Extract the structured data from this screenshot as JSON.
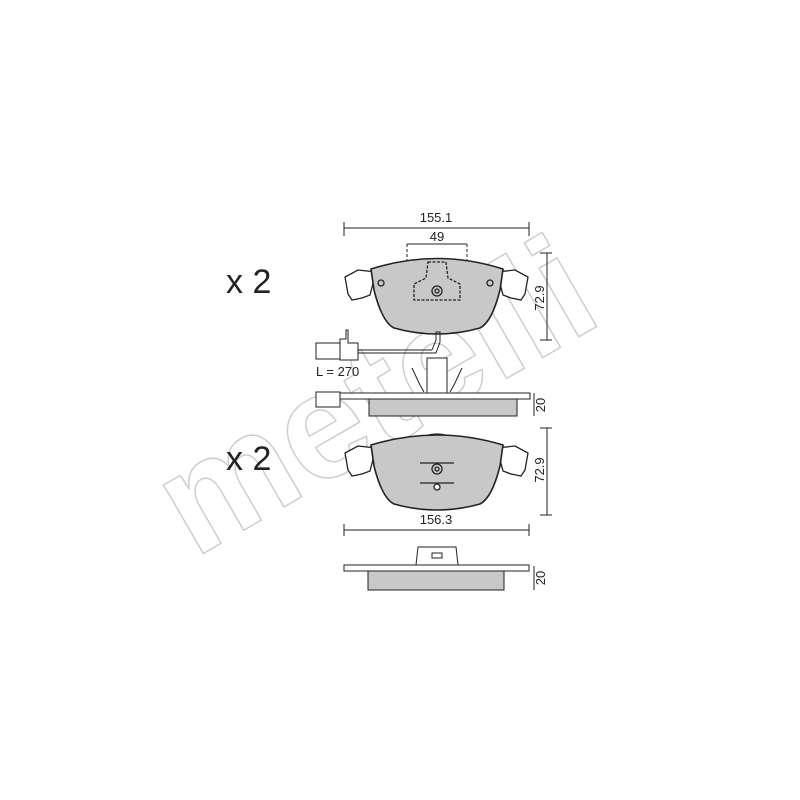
{
  "drawing": {
    "quantity_top": "x 2",
    "quantity_bottom": "x 2",
    "watermark": "metelli",
    "wire_length": "L = 270",
    "top_pad": {
      "width": "155.1",
      "inner_width": "49",
      "height": "72.9",
      "thickness": "20"
    },
    "bottom_pad": {
      "width": "156.3",
      "height": "72.9",
      "thickness": "20"
    }
  },
  "colors": {
    "pad_fill": "#c8c8c8",
    "line": "#222222",
    "watermark": "#d0d0d0"
  }
}
